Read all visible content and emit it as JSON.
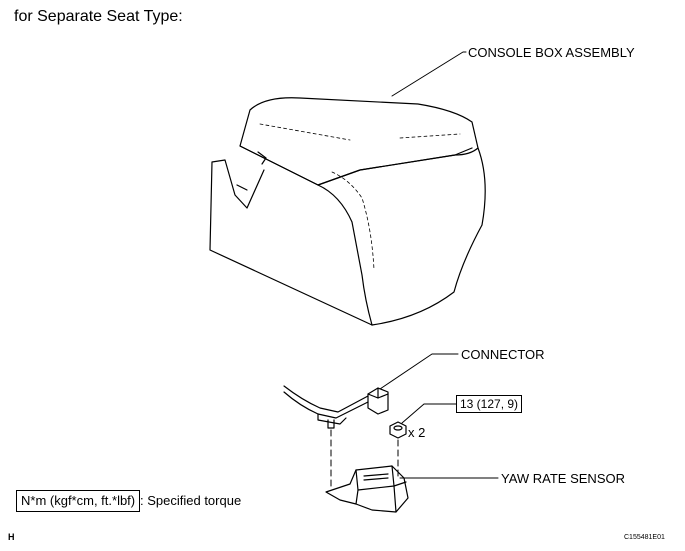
{
  "heading": "for Separate Seat Type:",
  "callouts": {
    "console_box": "CONSOLE BOX ASSEMBLY",
    "connector": "CONNECTOR",
    "torque": "13 (127, 9)",
    "quantity": "x 2",
    "yaw_rate_sensor": "YAW RATE SENSOR"
  },
  "legend": {
    "unit_box": "N*m (kgf*cm, ft.*lbf)",
    "description": ": Specified torque"
  },
  "corner_mark": "H",
  "figure_id": "C155481E01"
}
